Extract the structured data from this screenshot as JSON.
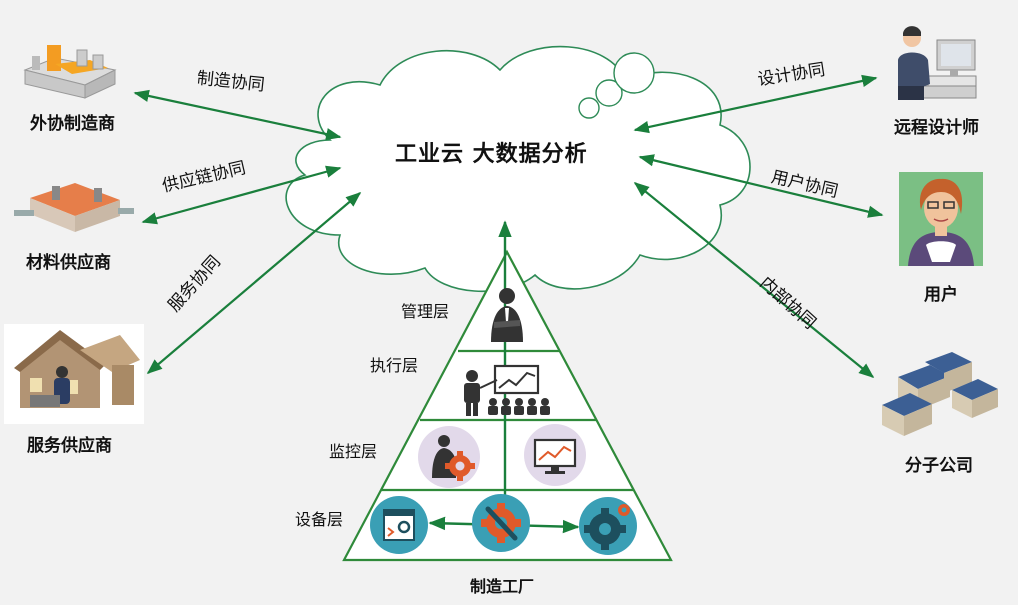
{
  "cloud": {
    "title": "工业云  大数据分析"
  },
  "nodes": {
    "outsource": "外协制造商",
    "material": "材料供应商",
    "service": "服务供应商",
    "designer": "远程设计师",
    "user": "用户",
    "branch": "分子公司"
  },
  "collab": {
    "manufacturing": "制造协同",
    "supply_chain": "供应链协同",
    "service": "服务协同",
    "design": "设计协同",
    "user": "用户协同",
    "internal": "内部协同"
  },
  "pyramid": {
    "layers": [
      "管理层",
      "执行层",
      "监控层",
      "设备层"
    ],
    "title": "制造工厂"
  },
  "colors": {
    "arrow": "#1a7f3c",
    "pyramid": "#2f8a3a",
    "cloud_fill": "#ffffff",
    "cloud_stroke": "#2e8b57",
    "icon_circle_teal": "#3a9fb5",
    "icon_circle_lilac": "#e2d9ea",
    "gear_orange": "#e05a2a"
  },
  "icons": [
    "factory-icon",
    "warehouse-icon",
    "house-icon",
    "designer-icon",
    "user-avatar-icon",
    "branch-buildings-icon",
    "manager-icon",
    "presenter-icon",
    "engineer-gear-icon",
    "chart-monitor-icon",
    "window-gear-icon",
    "wrench-gear-icon",
    "globe-gear-icon"
  ]
}
